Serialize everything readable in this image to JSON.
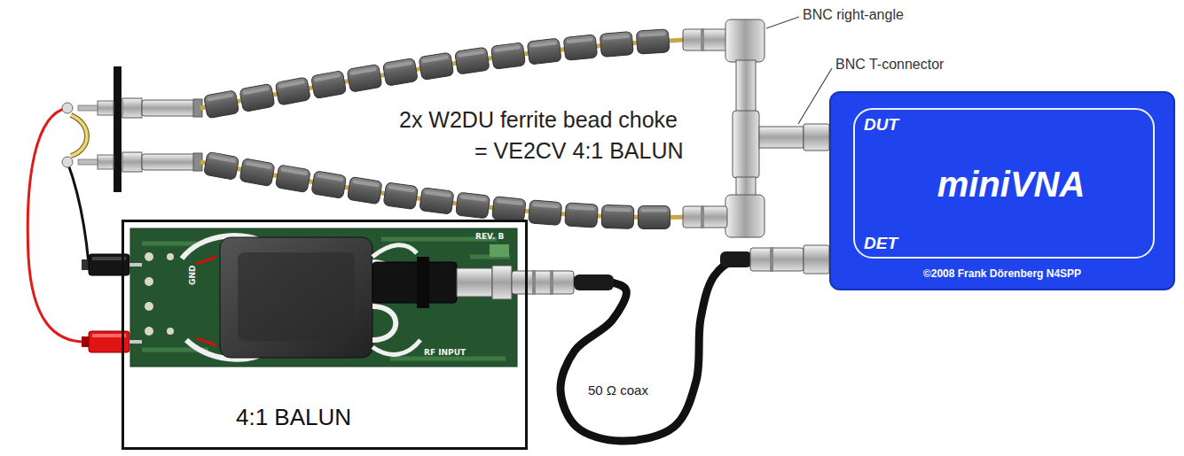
{
  "diagram": {
    "nodes": [
      {
        "text": [
          "©2008 Frank Dörenberg N4SPP"
        ]
      },
      {
        "text": [
          "DUT",
          "miniVNA",
          "DET"
        ],
        "in": 0
      },
      {
        "text": [
          "4:1 BALUN"
        ]
      }
    ],
    "edges": [
      {
        "from": 2,
        "to": 0,
        "arrow": "none",
        "label": "50 Ω coax"
      }
    ],
    "labels": [
      "BNC right-angle",
      "BNC T-connector",
      "2x W2DU ferrite bead choke",
      "= VE2CV 4:1 BALUN",
      "REV. B",
      "GND",
      "RF INPUT"
    ]
  }
}
